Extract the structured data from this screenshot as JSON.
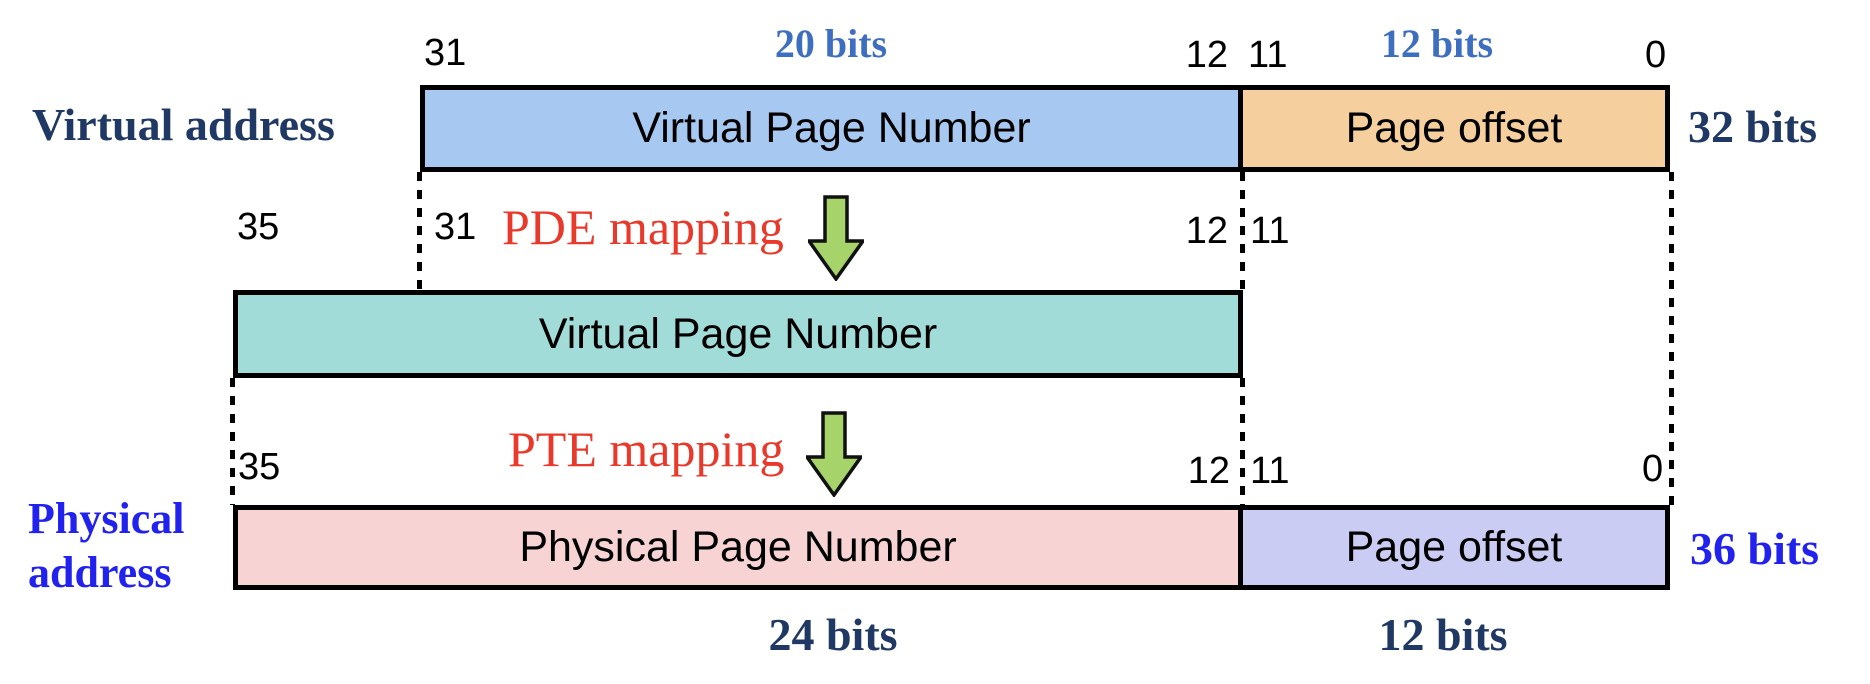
{
  "virtual_row": {
    "label": "Virtual address",
    "width_label": "32 bits",
    "vpn": {
      "text": "Virtual Page Number",
      "bits": "20 bits",
      "bit_high": "31",
      "bit_low": "12"
    },
    "offset": {
      "text": "Page offset",
      "bits": "12 bits",
      "bit_high": "11",
      "bit_low": "0"
    }
  },
  "pde": {
    "label": "PDE mapping"
  },
  "middle_row": {
    "bit_35": "35",
    "bit_31": "31",
    "bit_12": "12",
    "bit_11": "11",
    "vpn": {
      "text": "Virtual Page Number"
    }
  },
  "pte": {
    "label": "PTE mapping"
  },
  "physical_row": {
    "label_line1": "Physical",
    "label_line2": "address",
    "width_label": "36 bits",
    "bit_35": "35",
    "ppn": {
      "text": "Physical Page Number",
      "bits": "24 bits",
      "bit_low": "12"
    },
    "offset": {
      "text": "Page offset",
      "bits": "12 bits",
      "bit_high": "11",
      "bit_low": "0"
    }
  },
  "colors": {
    "navy": "#1F3864",
    "mid_blue": "#3D6EBF",
    "bright_blue": "#2222EE",
    "red": "#E8392B",
    "box_blue": "#A7C9F1",
    "box_orange": "#F6CF9E",
    "box_teal": "#A2DCD9",
    "box_pink": "#F7D4D3",
    "box_lavender": "#CBCCF3",
    "arrow_green": "#A6D36A"
  }
}
